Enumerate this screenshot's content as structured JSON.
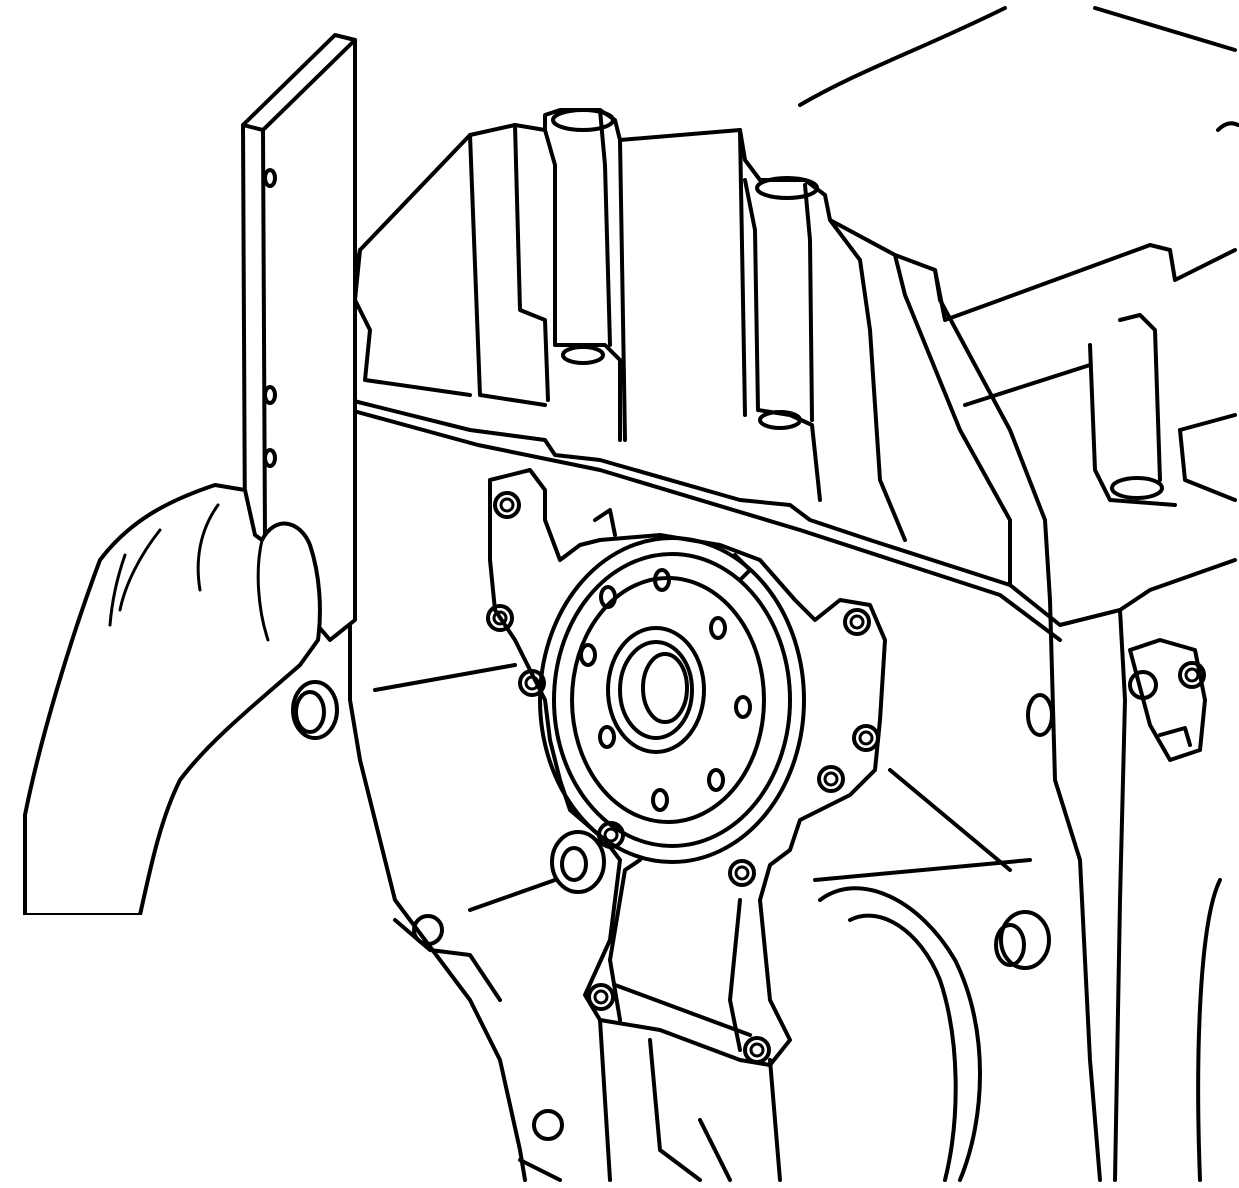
{
  "figure": {
    "colors": {
      "line": "#000000",
      "background": "#ffffff"
    },
    "icons": [
      "straightedge-tool",
      "hand",
      "engine-block",
      "rear-main-seal-housing"
    ]
  }
}
